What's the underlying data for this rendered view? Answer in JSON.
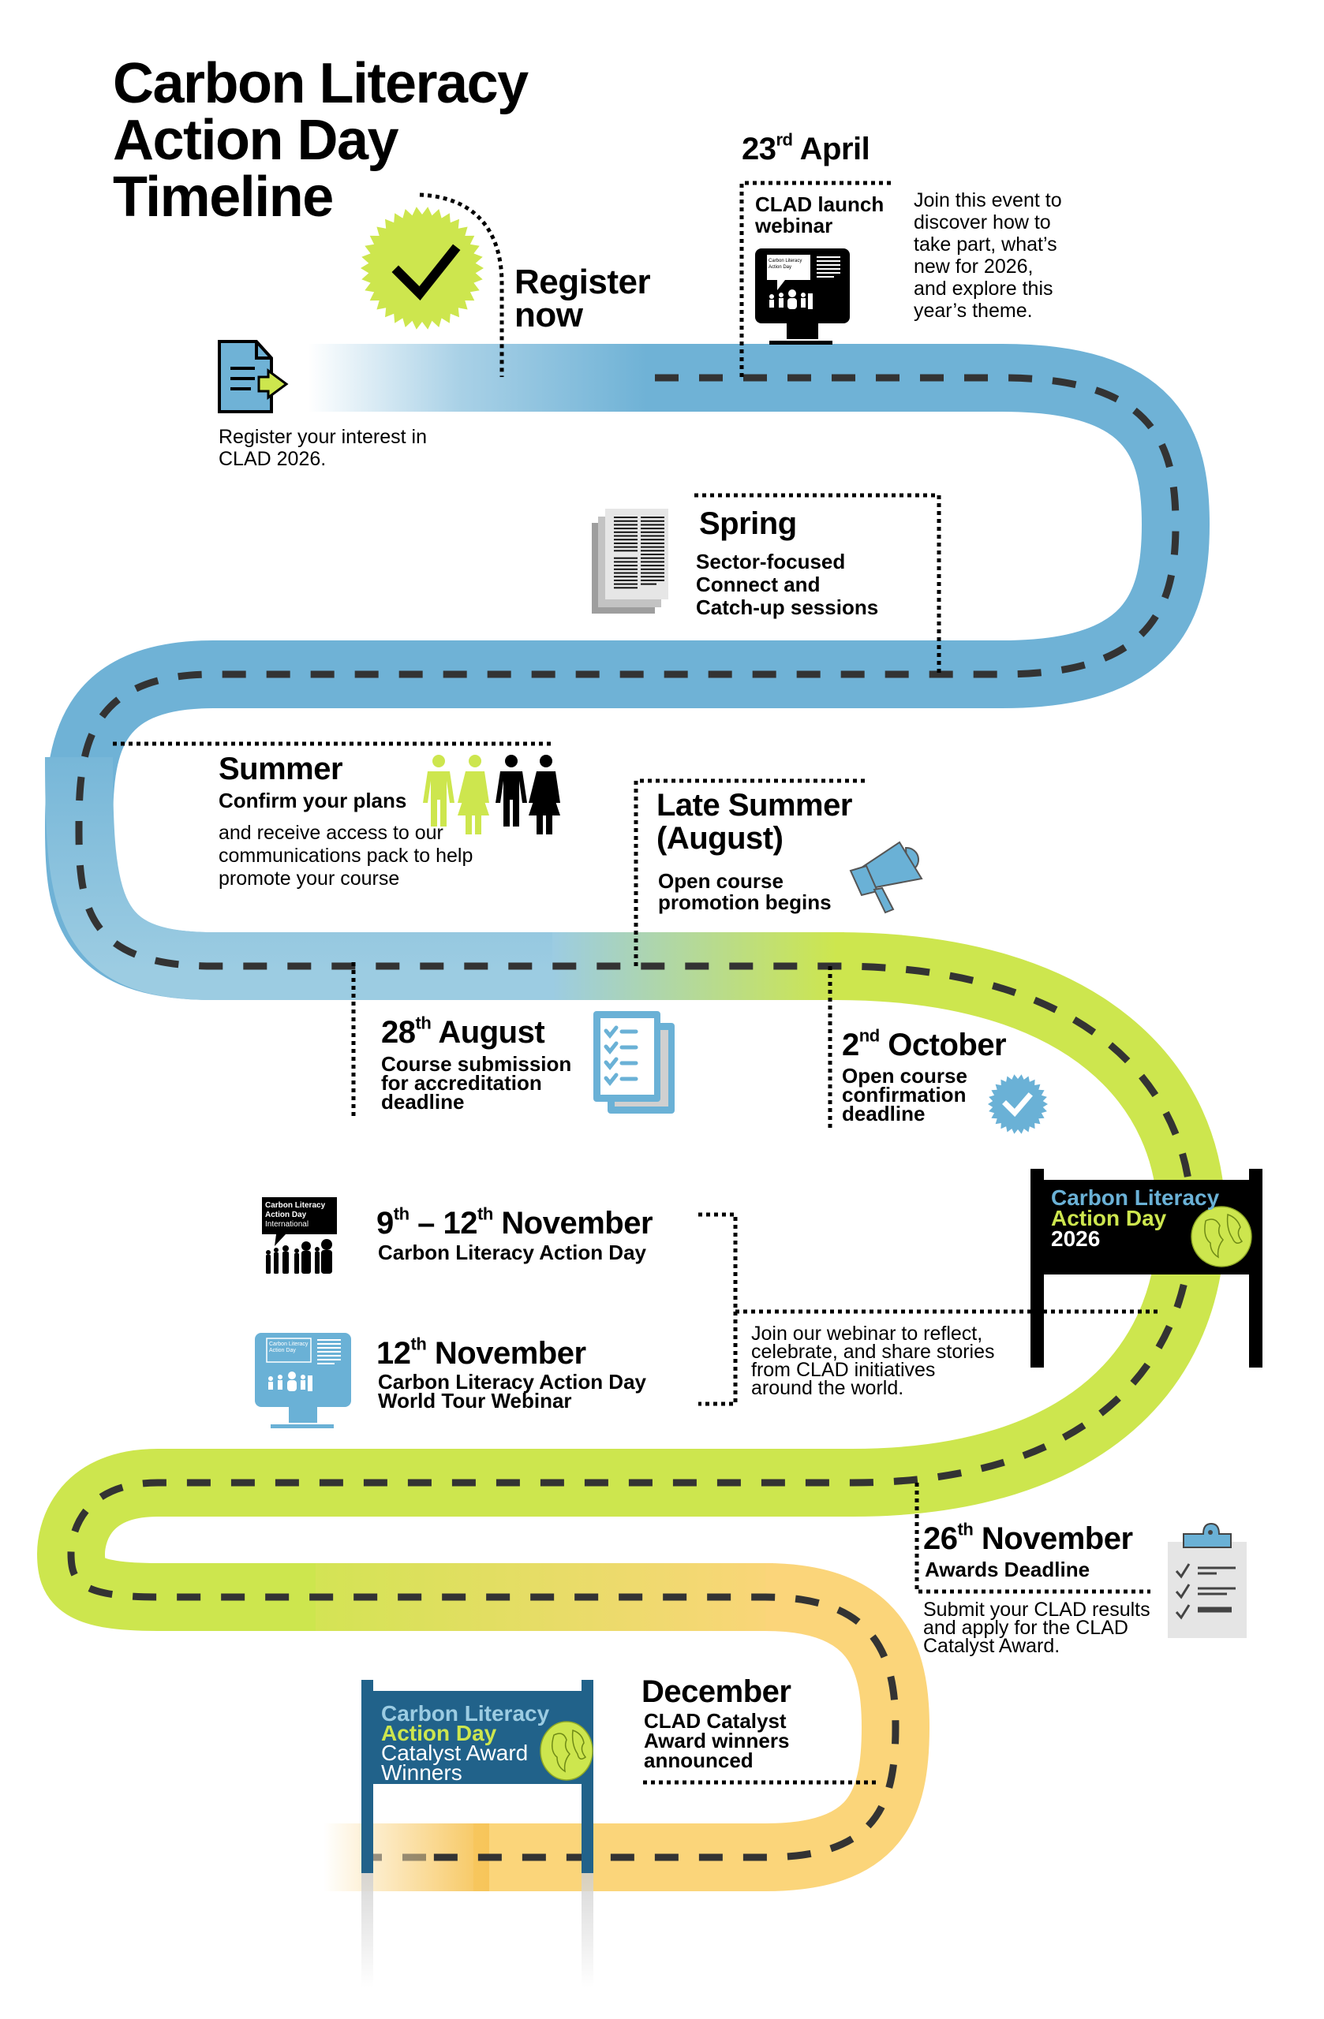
{
  "title": [
    "Carbon Literacy",
    "Action Day",
    "Timeline"
  ],
  "colors": {
    "road_blue": "#6fb2d6",
    "road_green": "#cde64e",
    "road_orange": "#f7c55a",
    "accent_blue": "#6ab1d6",
    "accent_green": "#cde64e",
    "sign_black": "#000000",
    "sign_navy": "#21628a",
    "dash": "#333333"
  },
  "register": {
    "heading": [
      "Register",
      "now"
    ],
    "caption": [
      "Register your interest in",
      "CLAD 2026."
    ],
    "badge_icon": "check-badge-icon",
    "doc_icon": "document-arrow-icon"
  },
  "april": {
    "date_num": "23",
    "date_sup": "rd",
    "date_month": "April",
    "subtitle": [
      "CLAD launch",
      "webinar"
    ],
    "description": [
      "Join this event to",
      "discover how to",
      "take part, what’s",
      "new for 2026,",
      "and explore this",
      "year’s theme."
    ],
    "screen_label": [
      "Carbon Literacy",
      "Action Day",
      "International"
    ],
    "icon": "webinar-monitor-icon"
  },
  "spring": {
    "heading": "Spring",
    "subtitle": [
      "Sector-focused",
      "Connect and",
      "Catch-up sessions"
    ],
    "icon": "documents-stack-icon"
  },
  "summer": {
    "heading": "Summer",
    "subtitle": "Confirm your plans",
    "description": [
      "and receive access to our",
      "communications pack to help",
      "promote your course"
    ],
    "icon": "people-group-icon"
  },
  "late_summer": {
    "heading": [
      "Late Summer",
      "(August)"
    ],
    "subtitle": [
      "Open course",
      "promotion begins"
    ],
    "icon": "megaphone-icon"
  },
  "aug28": {
    "date_num": "28",
    "date_sup": "th",
    "date_month": "August",
    "subtitle": [
      "Course submission",
      "for accreditation",
      "deadline"
    ],
    "icon": "checklist-icon"
  },
  "oct2": {
    "date_num": "2",
    "date_sup": "nd",
    "date_month": "October",
    "subtitle": [
      "Open course",
      "confirmation",
      "deadline"
    ],
    "icon": "verified-badge-icon"
  },
  "sign2026": {
    "lines": [
      "Carbon Literacy",
      "Action Day",
      "2026"
    ],
    "icon": "globe-icon"
  },
  "nov9": {
    "date_a_num": "9",
    "date_a_sup": "th",
    "dash": "–",
    "date_b_num": "12",
    "date_b_sup": "th",
    "date_month": "November",
    "subtitle": "Carbon Literacy Action Day",
    "logo_lines": [
      "Carbon Literacy",
      "Action Day",
      "International"
    ],
    "icon": "clad-international-logo-icon"
  },
  "nov12": {
    "date_num": "12",
    "date_sup": "th",
    "date_month": "November",
    "subtitle": [
      "Carbon Literacy Action Day",
      "World Tour Webinar"
    ],
    "description": [
      "Join our webinar to reflect,",
      "celebrate, and share stories",
      "from CLAD initiatives",
      "around the world."
    ],
    "screen_label": [
      "Carbon Literacy",
      "Action Day",
      "International"
    ],
    "icon": "webinar-monitor-icon"
  },
  "nov26": {
    "date_num": "26",
    "date_sup": "th",
    "date_month": "November",
    "subtitle": "Awards Deadline",
    "description": [
      "Submit your CLAD results",
      "and apply for the CLAD",
      "Catalyst Award."
    ],
    "icon": "clipboard-checklist-icon"
  },
  "december": {
    "heading": "December",
    "subtitle": [
      "CLAD Catalyst",
      "Award winners",
      "announced"
    ]
  },
  "sign_catalyst": {
    "lines": [
      "Carbon Literacy",
      "Action Day",
      "Catalyst Award",
      "Winners"
    ],
    "icon": "globe-icon"
  }
}
